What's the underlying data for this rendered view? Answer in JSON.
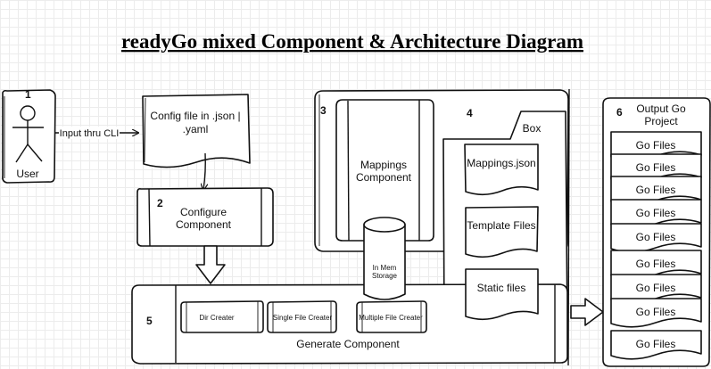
{
  "title": "readyGo mixed Component & Architecture Diagram",
  "actor": {
    "number": "1",
    "label": "User"
  },
  "input_arrow_label": "Input thru CLI",
  "config_doc": {
    "line1": "Config file in .json |",
    "line2": ".yaml"
  },
  "configure": {
    "number": "2",
    "line1": "Configure",
    "line2": "Component"
  },
  "mappings": {
    "number": "3",
    "line1": "Mappings",
    "line2": "Component"
  },
  "box": {
    "number": "4",
    "label": "Box",
    "mappings_json": "Mappings.json",
    "template_files": "Template Files",
    "static_files": "Static files"
  },
  "storage": {
    "line1": "In Mem",
    "line2": "Storage"
  },
  "generate": {
    "number": "5",
    "label": "Generate Component",
    "dir_creater": "Dir Creater",
    "single_file_creater": "Single File Creater",
    "multiple_file_creater": "Multiple File Creater"
  },
  "output": {
    "number": "6",
    "line1": "Output Go",
    "line2": "Project",
    "files": [
      "Go Files",
      "Go Files",
      "Go Files",
      "Go Files",
      "Go Files",
      "Go Files",
      "Go Files",
      "Go Files",
      "Go Files"
    ]
  }
}
